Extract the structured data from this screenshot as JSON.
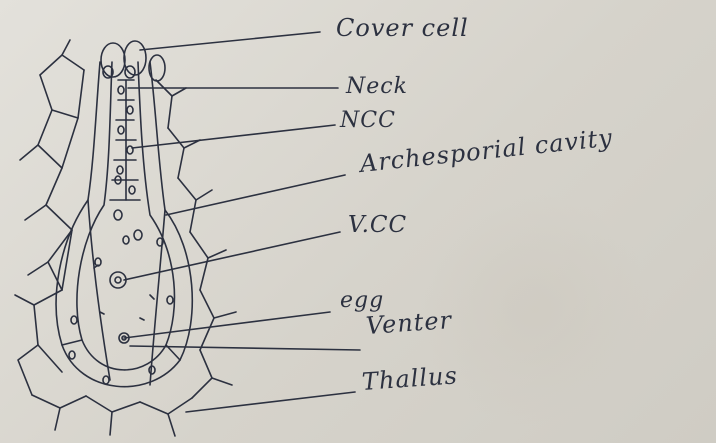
{
  "labels": {
    "cover_cell": "Cover cell",
    "neck": "Neck",
    "ncc": "NCC",
    "archesporial_cavity": "Archesporial cavity",
    "vcc": "V.CC",
    "egg": "egg",
    "venter": "Venter",
    "thallus": "Thallus"
  },
  "colors": {
    "ink": "#2c3140",
    "paper": "#dcd9d2"
  }
}
